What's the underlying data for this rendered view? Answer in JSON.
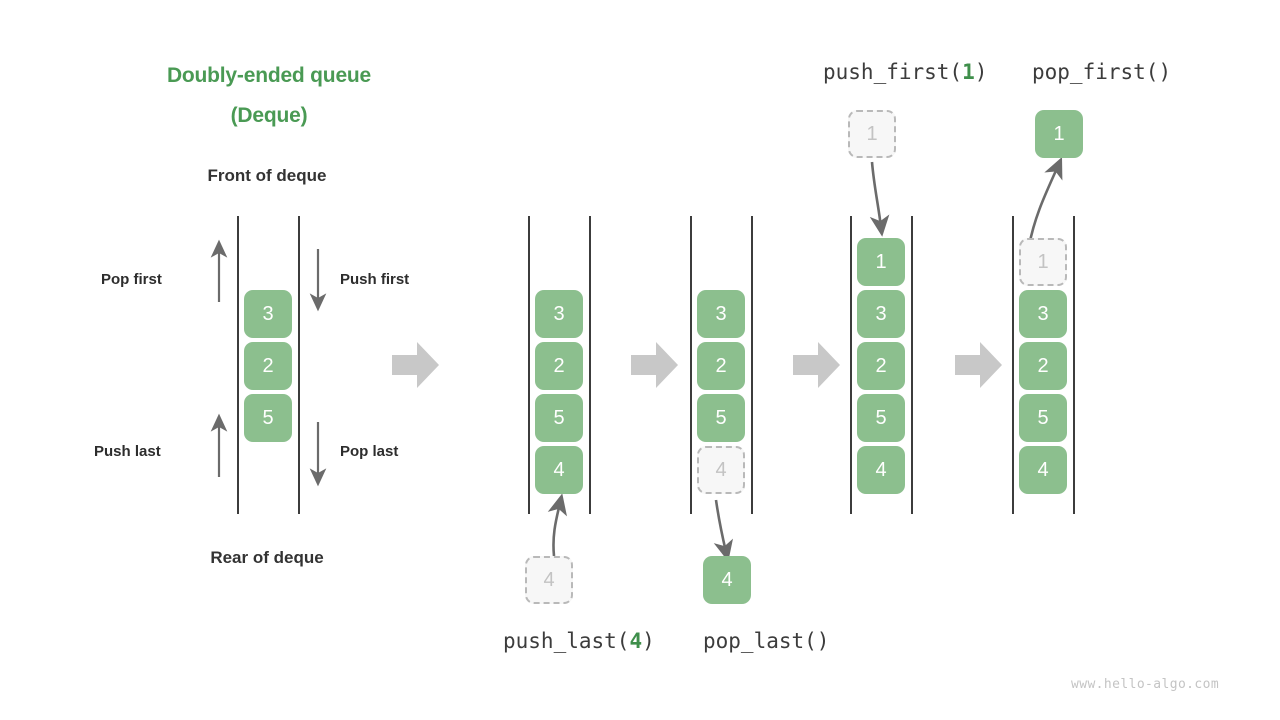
{
  "title": {
    "line1": "Doubly-ended queue",
    "line2": "(Deque)"
  },
  "labels": {
    "front": "Front of deque",
    "rear": "Rear of deque",
    "pop_first": "Pop first",
    "push_first": "Push first",
    "push_last": "Push last",
    "pop_last": "Pop last"
  },
  "operations": {
    "push_first": {
      "name": "push_first(",
      "arg": "1",
      "close": ")"
    },
    "pop_first": {
      "name": "pop_first(",
      "arg": "",
      "close": ")"
    },
    "push_last": {
      "name": "push_last(",
      "arg": "4",
      "close": ")"
    },
    "pop_last": {
      "name": "pop_last(",
      "arg": "",
      "close": ")"
    }
  },
  "colors": {
    "accent_title": "#4a9a54",
    "cell_fill": "#8cbf8e",
    "cell_text": "#ffffff",
    "ghost_fill": "#f7f7f7",
    "ghost_border": "#b9b9b9",
    "ghost_text": "#c3c3c3",
    "rail": "#3c3c3c",
    "arrow_big": "#c8c8c8",
    "arrow_thin": "#6b6b6b",
    "text": "#2d2d2d",
    "watermark": "#c4c4c4"
  },
  "diagram": {
    "overview": {
      "cells": [
        "3",
        "2",
        "5"
      ]
    },
    "steps": [
      {
        "id": "state-initial",
        "cells": [
          "3",
          "2",
          "5",
          "4"
        ],
        "ghost_index": -1
      },
      {
        "id": "state-pop-last-ready",
        "cells": [
          "3",
          "2",
          "5",
          "4"
        ],
        "ghost_index": 3
      },
      {
        "id": "state-push-first-done",
        "cells": [
          "1",
          "3",
          "2",
          "5",
          "4"
        ],
        "ghost_index": -1
      },
      {
        "id": "state-pop-first-ready",
        "cells": [
          "1",
          "3",
          "2",
          "5",
          "4"
        ],
        "ghost_index": 0
      }
    ],
    "floating": {
      "push_last_value": "4",
      "pop_last_value": "4",
      "push_first_value": "1",
      "pop_first_value": "1"
    }
  },
  "watermark": "www.hello-algo.com"
}
